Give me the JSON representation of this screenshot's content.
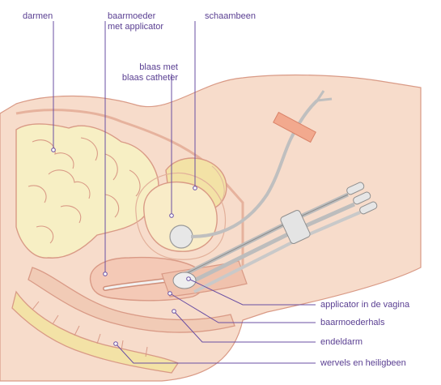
{
  "labels": {
    "intestines": "darmen",
    "uterus_line1": "baarmoeder",
    "uterus_line2": "met applicator",
    "pubic_bone": "schaambeen",
    "bladder_line1": "blaas met",
    "bladder_line2": "blaas catheter",
    "vaginal_applicator": "applicator in de vagina",
    "cervix": "baarmoederhals",
    "rectum": "endeldarm",
    "spine": "wervels en heiligbeen"
  },
  "colors": {
    "label_text": "#5a3f92",
    "leader_line": "#6a4fa3",
    "skin": "#f7dccb",
    "tissue_outline": "#d99a86",
    "intestine_fill": "#f7efc4",
    "bone_fill": "#f3e2a6",
    "instrument": "#d9d9d9"
  }
}
